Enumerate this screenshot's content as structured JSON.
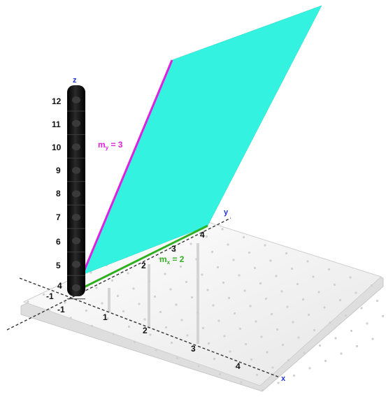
{
  "axes": {
    "x": {
      "label": "x",
      "ticks": [
        "-1",
        "1",
        "2",
        "3",
        "4"
      ]
    },
    "y": {
      "label": "y",
      "ticks": [
        "-1",
        "2",
        "3",
        "4"
      ]
    },
    "z": {
      "label": "z",
      "ticks": [
        "4",
        "5",
        "6",
        "7",
        "8",
        "9",
        "10",
        "11",
        "12"
      ]
    }
  },
  "annotations": {
    "my": {
      "base": "m",
      "sub": "y",
      "rest": " = 3",
      "color": "#e020e0"
    },
    "mx": {
      "base": "m",
      "sub": "x",
      "rest": " = 2",
      "color": "#30b020"
    }
  },
  "colors": {
    "plane": "#33f2df",
    "board": "#f3f3f3",
    "peg": "#d0d0d0",
    "column": "#121212"
  }
}
